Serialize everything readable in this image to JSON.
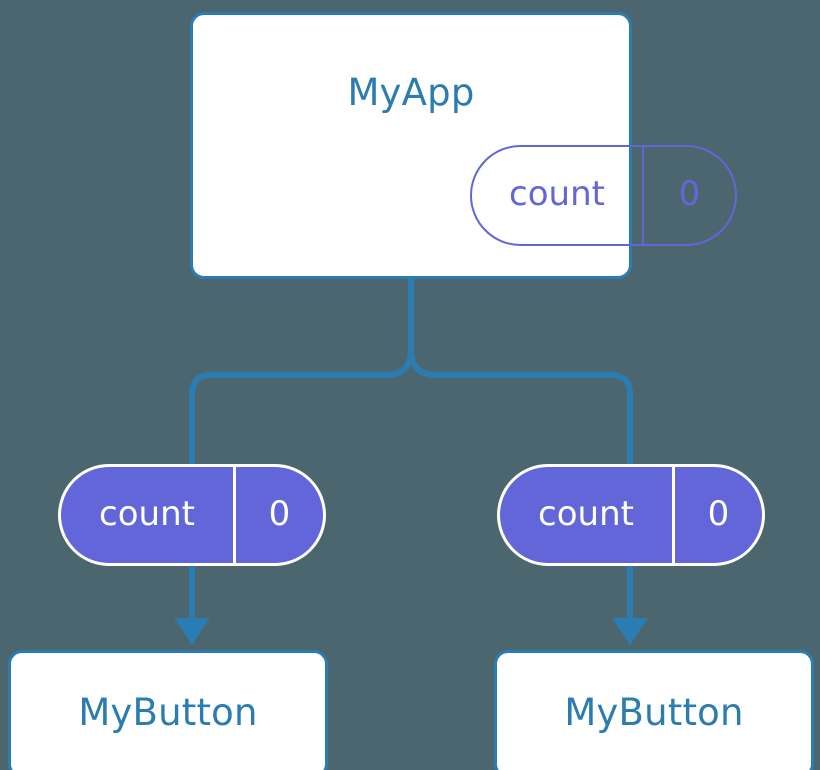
{
  "diagram": {
    "title": "MyApp component tree with count state passed down as props",
    "background_color": "#4c6670",
    "accent_blue": "#2b7cb0",
    "accent_purple": "#6366d8",
    "card_fill": "#ffffff"
  },
  "root": {
    "name": "MyApp",
    "state": {
      "key": "count",
      "value": "0"
    }
  },
  "branches": [
    {
      "prop": {
        "key": "count",
        "value": "0"
      },
      "child": {
        "name": "MyButton"
      }
    },
    {
      "prop": {
        "key": "count",
        "value": "0"
      },
      "child": {
        "name": "MyButton"
      }
    }
  ]
}
